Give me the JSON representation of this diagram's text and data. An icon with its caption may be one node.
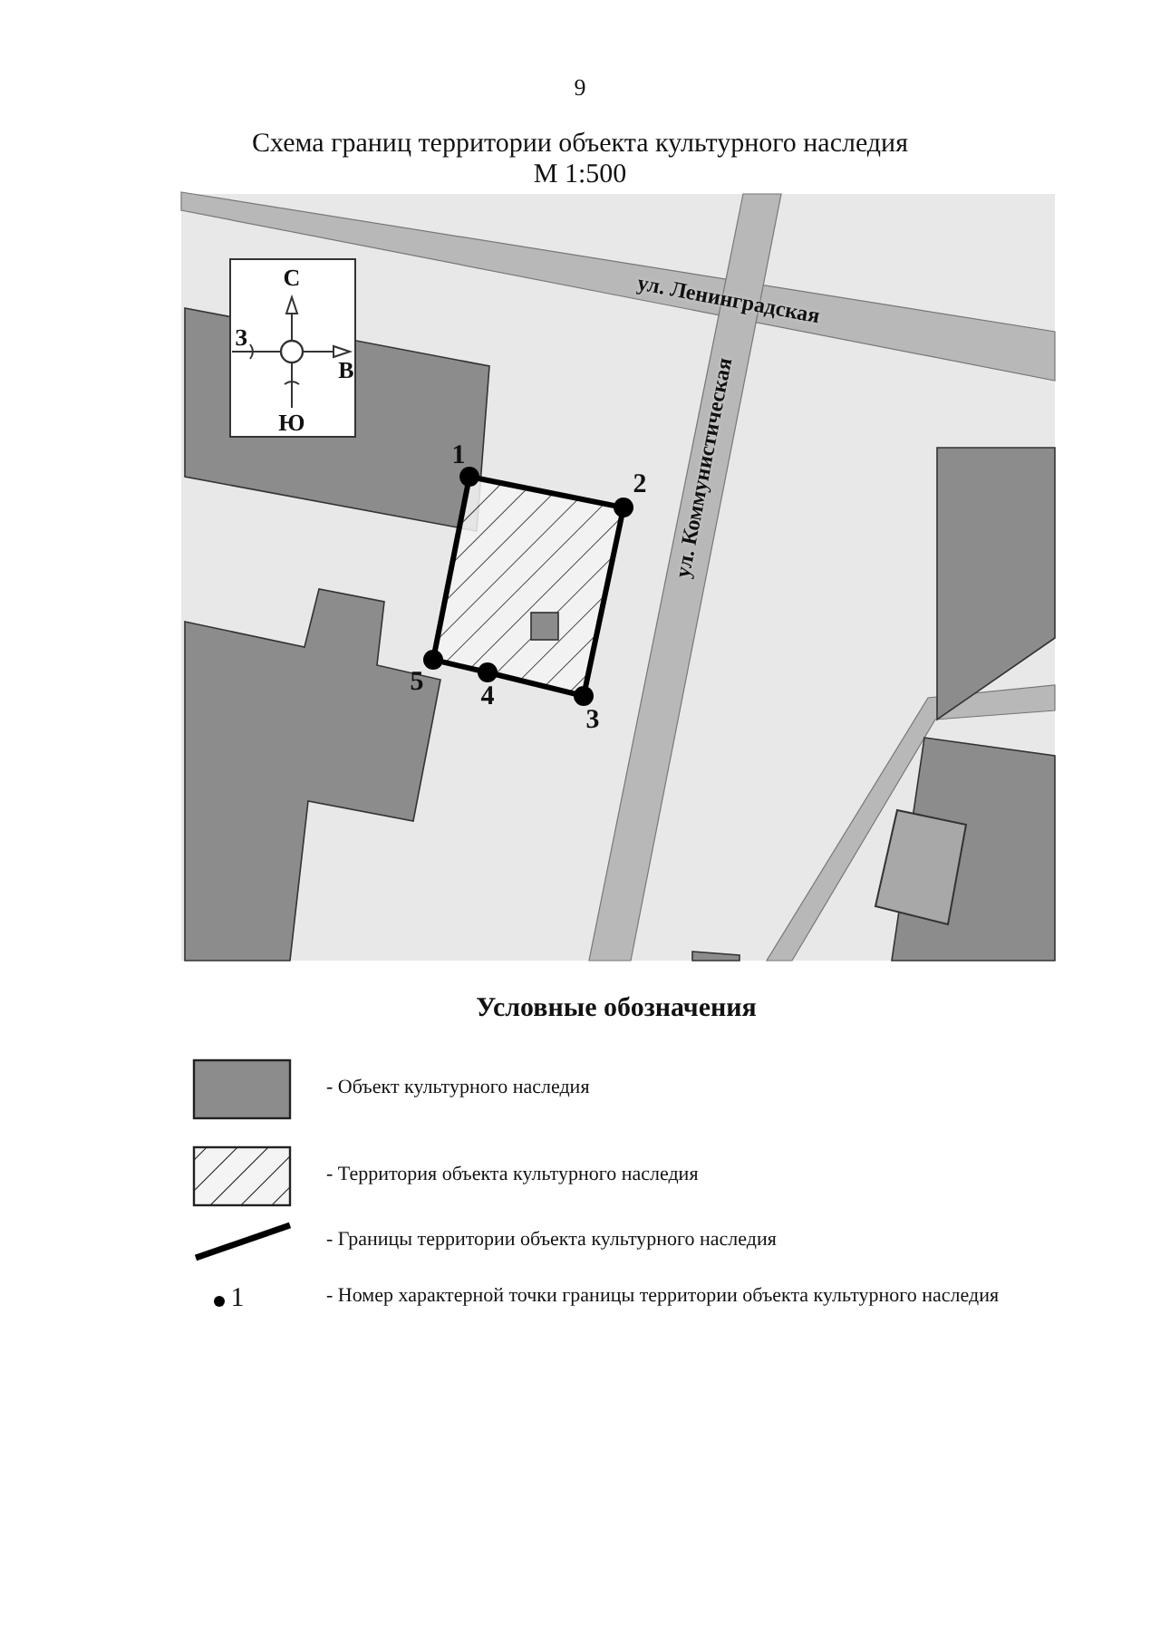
{
  "diagram": {
    "title": "Схема границ территории объекта культурного наследия",
    "labels": [
      "9",
      "М 1:500",
      "С",
      "ул. Ленинградская",
      "З",
      "В",
      "Ю",
      "1",
      "2",
      "ул. Коммунистическая",
      "5",
      "4",
      "3",
      "Условные обозначения",
      "1"
    ],
    "legend": [
      {
        "text": "- Объект культурного наследия",
        "color": "#8c8c8c"
      },
      {
        "text": "- Территория объекта культурного наследия"
      },
      {
        "text": "- Границы территории объекта культурного наследия"
      },
      {
        "text": "- Номер характерной точки границы территории объекта культурного наследия"
      }
    ]
  }
}
